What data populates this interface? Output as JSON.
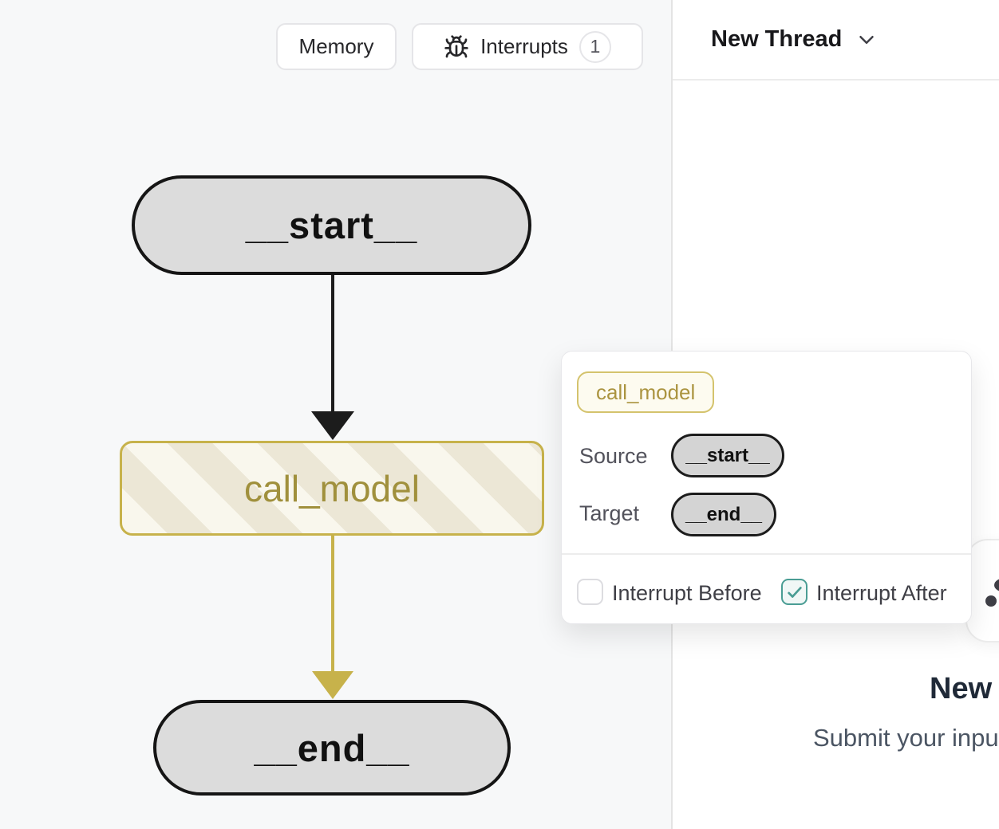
{
  "toolbar": {
    "memory_button": "Memory",
    "interrupts_button": "Interrupts",
    "interrupts_badge": "1"
  },
  "thread_panel": {
    "header_title": "New Thread",
    "empty_title": "New Thread",
    "empty_subtitle": "Submit your input"
  },
  "graph": {
    "start_node": "__start__",
    "call_model_node": "call_model",
    "end_node": "__end__"
  },
  "popover": {
    "node_name": "call_model",
    "source_label": "Source",
    "source_value": "__start__",
    "target_label": "Target",
    "target_value": "__end__",
    "interrupt_before_label": "Interrupt Before",
    "interrupt_before_checked": false,
    "interrupt_after_label": "Interrupt After",
    "interrupt_after_checked": true
  },
  "colors": {
    "accent_yellow_border": "#c7b24b",
    "accent_yellow_text": "#a0903c",
    "node_fill_gray": "#dcdcdc",
    "edge_black": "#1c1c1c",
    "checkbox_teal": "#4a9d94",
    "graph_panel_background": "#f7f8f9"
  }
}
